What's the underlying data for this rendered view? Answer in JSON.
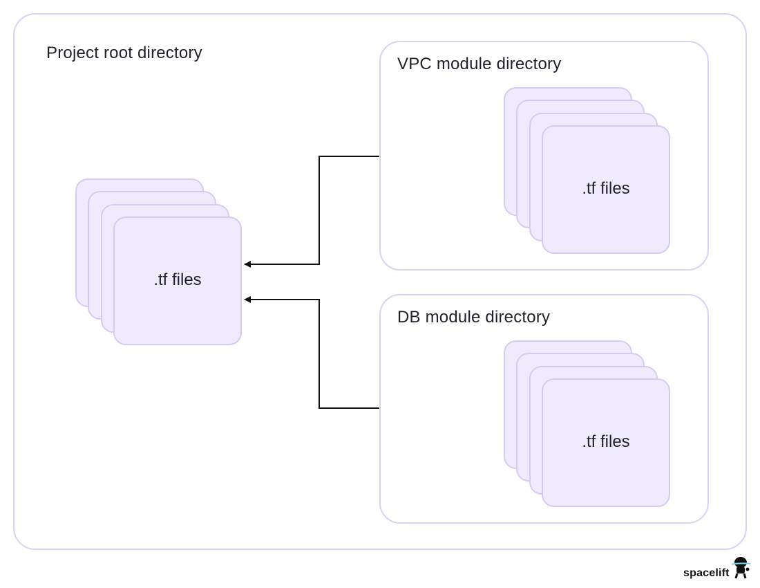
{
  "root": {
    "label": "Project root directory",
    "files_label": ".tf files"
  },
  "modules": [
    {
      "label": "VPC module directory",
      "files_label": ".tf files"
    },
    {
      "label": "DB module directory",
      "files_label": ".tf files"
    }
  ],
  "brand": {
    "name": "spacelift"
  },
  "colors": {
    "border": "#d9d2f2",
    "card_fill": "#efebfc",
    "card_border": "#d5cbf0",
    "arrow": "#111111"
  }
}
